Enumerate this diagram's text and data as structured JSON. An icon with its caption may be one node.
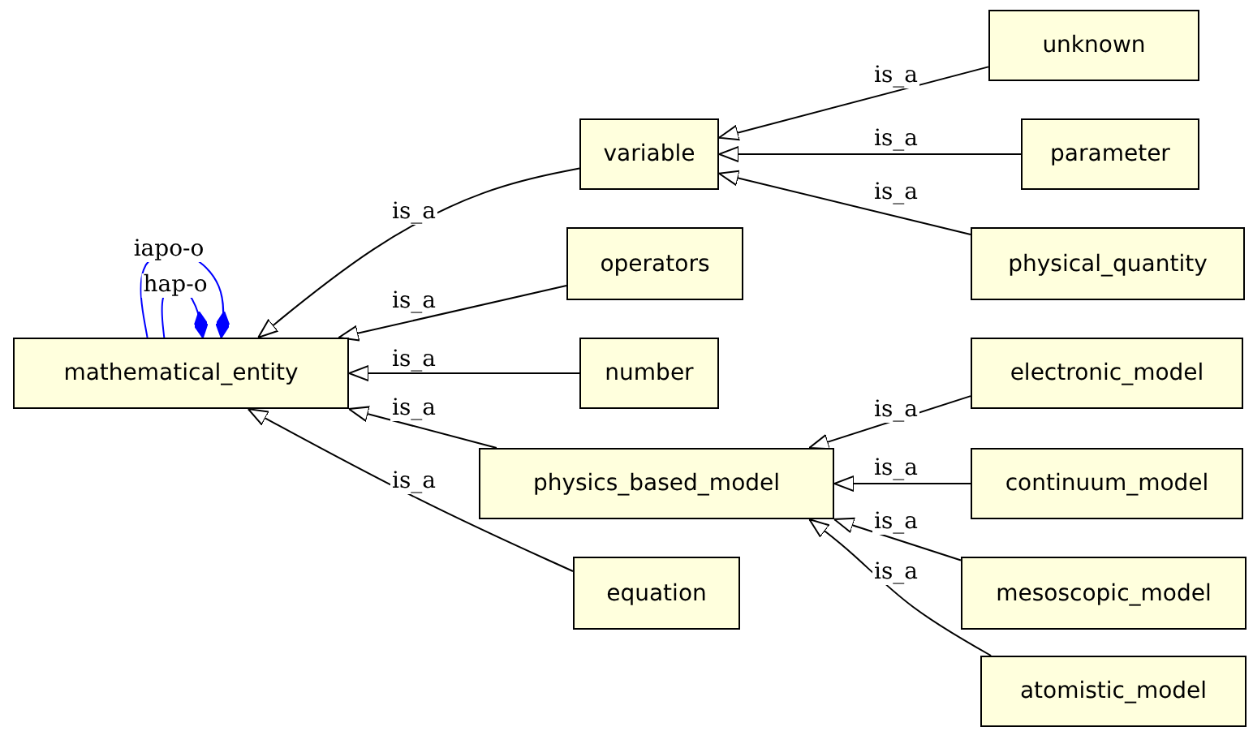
{
  "diagram": {
    "nodes": [
      {
        "text": [
          "mathematical_entity"
        ]
      },
      {
        "text": [
          "variable"
        ]
      },
      {
        "text": [
          "operators"
        ]
      },
      {
        "text": [
          "number"
        ]
      },
      {
        "text": [
          "physics_based_model"
        ]
      },
      {
        "text": [
          "equation"
        ]
      },
      {
        "text": [
          "unknown"
        ]
      },
      {
        "text": [
          "parameter"
        ]
      },
      {
        "text": [
          "physical_quantity"
        ]
      },
      {
        "text": [
          "electronic_model"
        ]
      },
      {
        "text": [
          "continuum_model"
        ]
      },
      {
        "text": [
          "mesoscopic_model"
        ]
      },
      {
        "text": [
          "atomistic_model"
        ]
      }
    ],
    "edges": [
      {
        "from": 1,
        "to": 0,
        "arrow": "to",
        "label": "is_a"
      },
      {
        "from": 2,
        "to": 0,
        "arrow": "to",
        "label": "is_a"
      },
      {
        "from": 3,
        "to": 0,
        "arrow": "to",
        "label": "is_a"
      },
      {
        "from": 4,
        "to": 0,
        "arrow": "to",
        "label": "is_a"
      },
      {
        "from": 5,
        "to": 0,
        "arrow": "to",
        "label": "is_a"
      },
      {
        "from": 6,
        "to": 1,
        "arrow": "to",
        "label": "is_a"
      },
      {
        "from": 7,
        "to": 1,
        "arrow": "to",
        "label": "is_a"
      },
      {
        "from": 8,
        "to": 1,
        "arrow": "to",
        "label": "is_a"
      },
      {
        "from": 9,
        "to": 4,
        "arrow": "to",
        "label": "is_a"
      },
      {
        "from": 10,
        "to": 4,
        "arrow": "to",
        "label": "is_a"
      },
      {
        "from": 11,
        "to": 4,
        "arrow": "to",
        "label": "is_a"
      },
      {
        "from": 12,
        "to": 4,
        "arrow": "to",
        "label": "is_a"
      },
      {
        "from": 0,
        "to": 0,
        "arrow": "other",
        "label": "iapo-o",
        "color": "#0000ff"
      },
      {
        "from": 0,
        "to": 0,
        "arrow": "other",
        "label": "hap-o",
        "color": "#0000ff"
      }
    ]
  }
}
